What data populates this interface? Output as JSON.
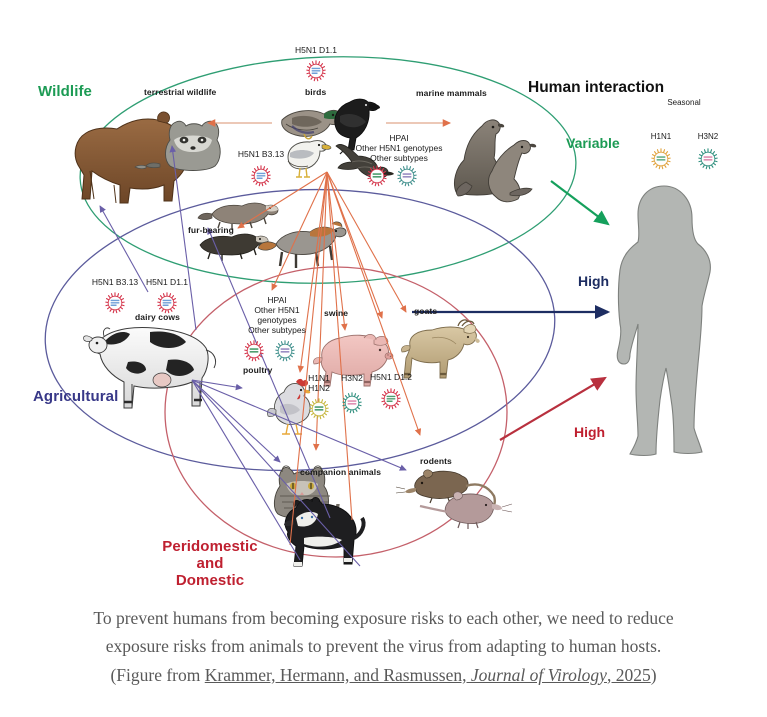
{
  "figure": {
    "header": {
      "label": "Human interaction"
    },
    "zones": [
      {
        "id": "wildlife",
        "label": "Wildlife",
        "color": "#1c9b54"
      },
      {
        "id": "agricultural",
        "label": "Agricultural",
        "color": "#383888"
      },
      {
        "id": "peridomestic",
        "label": "Peridomestic\nand\nDomestic",
        "color": "#bf2030"
      }
    ],
    "risk_arrows": [
      {
        "id": "wildlife-to-human",
        "label": "Variable",
        "color": "#1c9b54"
      },
      {
        "id": "agricultural-to-human",
        "label": "High",
        "color": "#1d2d62"
      },
      {
        "id": "peridomestic-to-human",
        "label": "High",
        "color": "#bf2030"
      }
    ],
    "animals": [
      {
        "id": "terrestrial-wildlife",
        "label": "terrestrial wildlife"
      },
      {
        "id": "birds",
        "label": "birds"
      },
      {
        "id": "marine-mammals",
        "label": "marine mammals"
      },
      {
        "id": "fur-bearing",
        "label": "fur-bearing"
      },
      {
        "id": "dairy-cows",
        "label": "dairy cows"
      },
      {
        "id": "poultry",
        "label": "poultry"
      },
      {
        "id": "swine",
        "label": "swine"
      },
      {
        "id": "goats",
        "label": "goats"
      },
      {
        "id": "companion-animals",
        "label": "companion animals"
      },
      {
        "id": "rodents",
        "label": "rodents"
      }
    ],
    "virus_labels": [
      {
        "id": "birds-h5n1-d11",
        "text": "H5N1 D1.1"
      },
      {
        "id": "wildlife-h5n1-b313",
        "text": "H5N1 B3.13"
      },
      {
        "id": "birds-hpai-block",
        "text": "HPAI\nOther H5N1 genotypes\nOther subtypes"
      },
      {
        "id": "cattle-h5n1-b313",
        "text": "H5N1 B3.13"
      },
      {
        "id": "cattle-h5n1-d11",
        "text": "H5N1 D1.1"
      },
      {
        "id": "poultry-hpai-block",
        "text": "HPAI\nOther H5N1\ngenotypes\nOther subtypes"
      },
      {
        "id": "swine-h1n1-h1n2",
        "text": "H1N1\nH1N2"
      },
      {
        "id": "swine-h3n2",
        "text": "H3N2"
      },
      {
        "id": "goat-h5n1-d12",
        "text": "H5N1 D1.2"
      },
      {
        "id": "seasonal-heading",
        "text": "Seasonal"
      },
      {
        "id": "seasonal-h1n1",
        "text": "H1N1"
      },
      {
        "id": "seasonal-h3n2",
        "text": "H3N2"
      }
    ],
    "colors": {
      "wildlife_ellipse": "#2f9e73",
      "agricultural_ellipse": "#5b5b9c",
      "peridomestic_ellipse": "#c4606a",
      "spillover_arrow": "#e0714a",
      "interspecies_arrow": "#6a5fa8",
      "human_silhouette": "#b3b6b3"
    }
  },
  "caption": {
    "line1": "To prevent humans from becoming exposure risks to each other, we need to reduce",
    "line2": "exposure risks from animals to prevent the virus from adapting to human hosts.",
    "line3_prefix": "(Figure from ",
    "citation_authors": "Krammer, Hermann, and Rasmussen,",
    "citation_journal": " Journal of Virology",
    "citation_year": ", 2025",
    "line3_suffix": ")"
  }
}
